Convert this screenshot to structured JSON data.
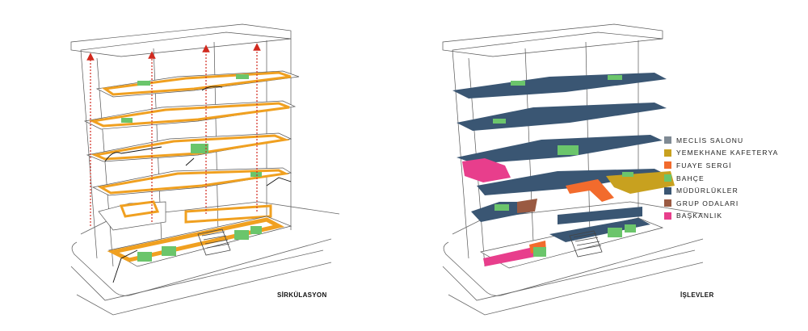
{
  "captions": {
    "left": "SİRKÜLASYON",
    "right": "İŞLEVLER"
  },
  "legend": {
    "items": [
      {
        "label": "MECLİS SALONU",
        "color": "#7f8a94"
      },
      {
        "label": "YEMEKHANE KAFETERYA",
        "color": "#c8a11f"
      },
      {
        "label": "FUAYE SERGİ",
        "color": "#f26b2d"
      },
      {
        "label": "BAHÇE",
        "color": "#6bc56b"
      },
      {
        "label": "MÜDÜRLÜKLER",
        "color": "#3a5673"
      },
      {
        "label": "GRUP ODALARI",
        "color": "#9a5a42"
      },
      {
        "label": "BAŞKANLIK",
        "color": "#e83e8c"
      }
    ]
  },
  "colors": {
    "circulation": "#f0a020",
    "garden": "#6bc56b",
    "vertical_arrow": "#d12a1f",
    "outline": "#555555"
  }
}
